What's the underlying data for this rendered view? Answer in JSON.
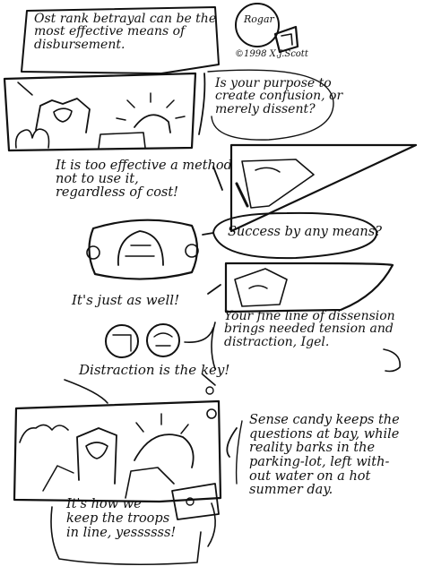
{
  "logo": {
    "name": "Rogar",
    "credit": "©1998 X.J.Scott"
  },
  "captions": {
    "c1": "Ost rank betrayal can be the\nmost effective means of\ndisbursement.",
    "c2": "Is your purpose to\ncreate confusion, or\nmerely dissent?",
    "c3": "It is too effective a method\nnot to use it,\nregardless of cost!",
    "c4": "Success by any means?",
    "c5": "It's just as well!",
    "c6": "Your fine line of dissension\nbrings needed tension and\ndistraction, Igel.",
    "c7": "Distraction is the key!",
    "c8": "Sense candy keeps the\nquestions at bay, while\nreality barks in the\nparking-lot, left with-\nout water on a hot\nsummer day.",
    "c9": "It's how we\nkeep the troops\nin line, yessssss!"
  }
}
